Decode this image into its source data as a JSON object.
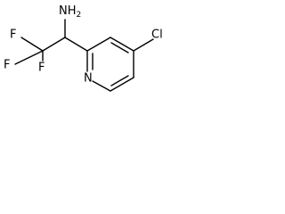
{
  "molecule": {
    "atoms": {
      "amine": "NH",
      "amine_subscript": "2",
      "fluorine_1": "F",
      "fluorine_2": "F",
      "fluorine_3": "F",
      "ring_nitrogen": "N",
      "chlorine": "Cl"
    }
  }
}
